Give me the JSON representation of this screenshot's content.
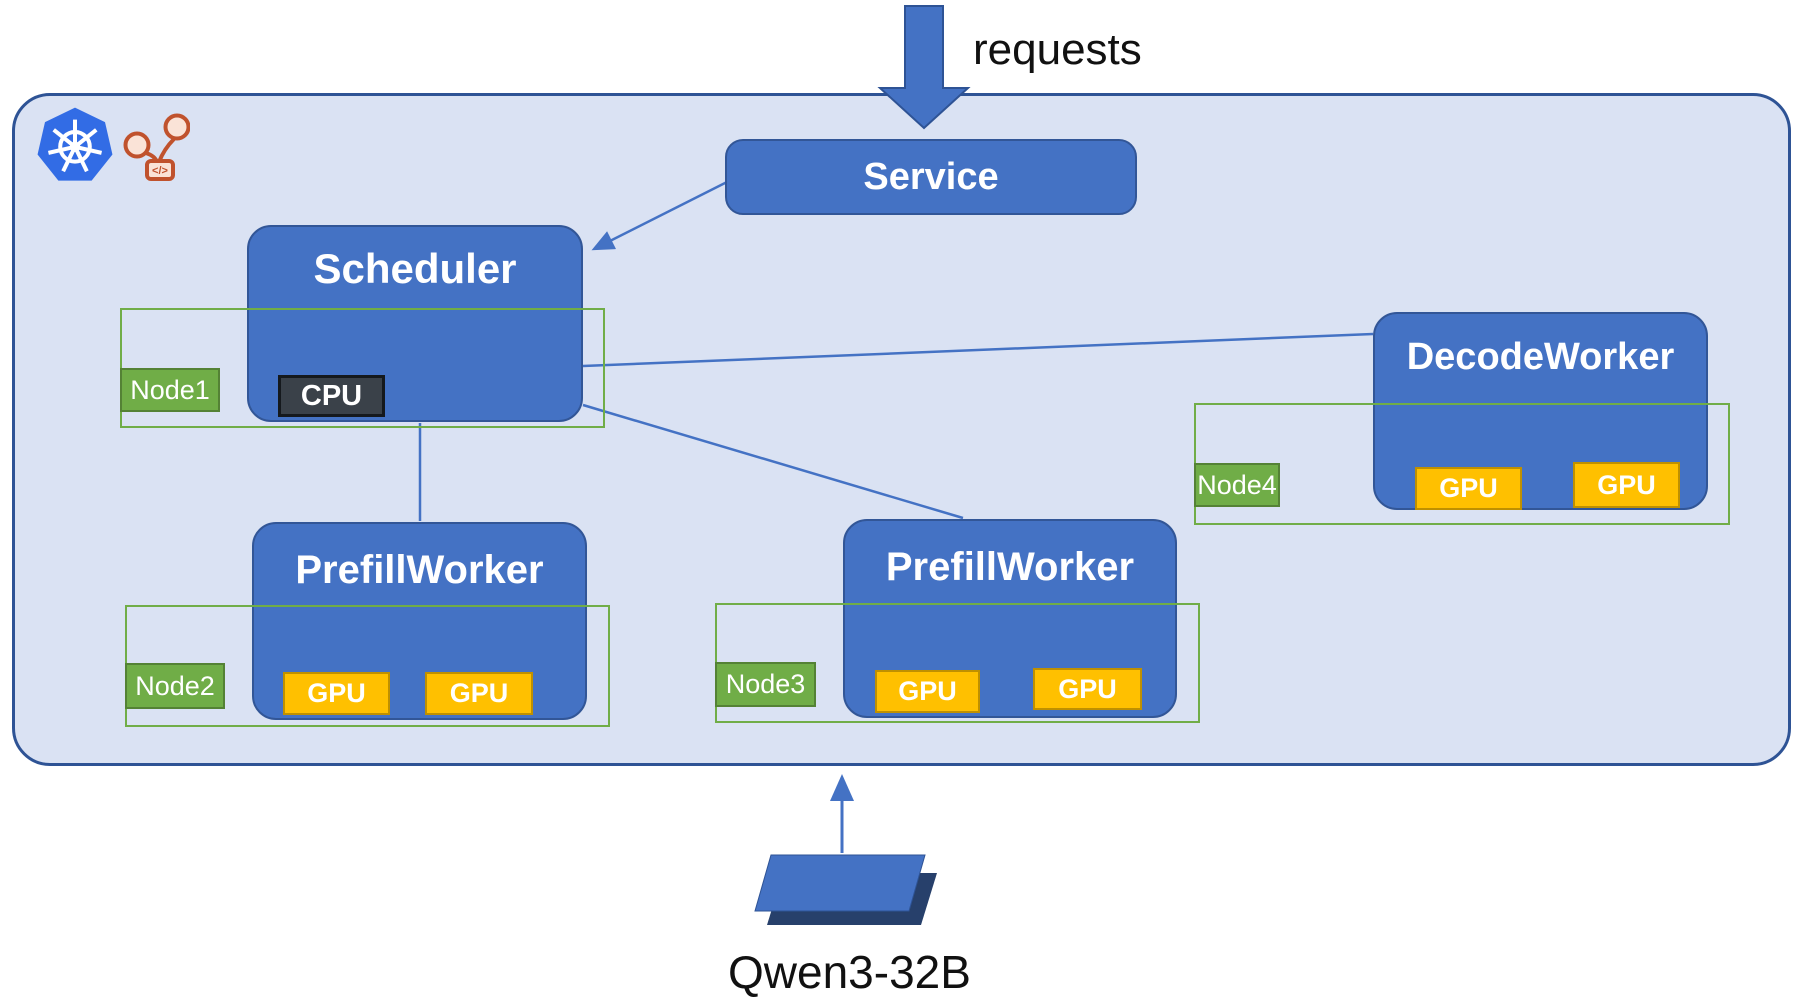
{
  "external": {
    "requests_label": "requests",
    "model_label": "Qwen3-32B"
  },
  "cluster": {
    "service": {
      "label": "Service"
    },
    "scheduler": {
      "label": "Scheduler",
      "cpu_label": "CPU",
      "node_label": "Node1"
    },
    "prefill_worker_left": {
      "label": "PrefillWorker",
      "node_label": "Node2",
      "gpus": [
        "GPU",
        "GPU"
      ]
    },
    "prefill_worker_right": {
      "label": "PrefillWorker",
      "node_label": "Node3",
      "gpus": [
        "GPU",
        "GPU"
      ]
    },
    "decode_worker": {
      "label": "DecodeWorker",
      "node_label": "Node4",
      "gpus": [
        "GPU",
        "GPU"
      ]
    }
  },
  "icons": {
    "kubernetes": "kubernetes-logo",
    "code_graph": "git-graph-code-icon",
    "requests_arrow": "down-block-arrow",
    "model_shape": "stacked-parallelograms"
  },
  "colors": {
    "container_fill": "#DAE2F3",
    "container_border": "#2E5395",
    "component_blue": "#4472C4",
    "component_border": "#325697",
    "node_green": "#70AD47",
    "node_green_border": "#548235",
    "gpu_orange": "#FFC000",
    "gpu_orange_border": "#BF9000",
    "cpu_dark": "#3A4149",
    "connector_blue": "#4472C4",
    "kubernetes_blue": "#326CE5",
    "code_icon_orange": "#C0522D",
    "model_back_navy": "#27406B",
    "text_black": "#111111"
  }
}
